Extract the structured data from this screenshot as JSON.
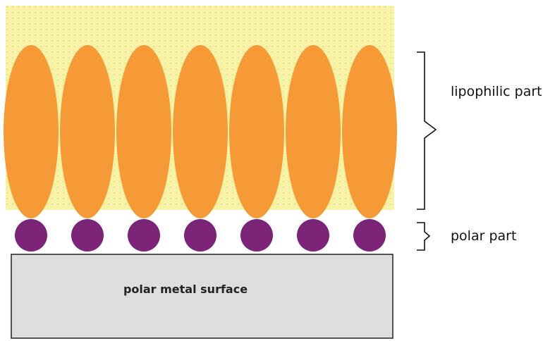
{
  "colors": {
    "oil_background": "#f8f2a6",
    "oil_dots": "#d9cf7a",
    "tail": "#f59a36",
    "head": "#7b2478",
    "surface_fill": "#dedede",
    "surface_stroke": "#222222",
    "bracket": "#111111"
  },
  "molecule_count": 7,
  "labels": {
    "lipophilic": "lipophilic part",
    "polar": "polar part",
    "surface": "polar metal surface"
  }
}
